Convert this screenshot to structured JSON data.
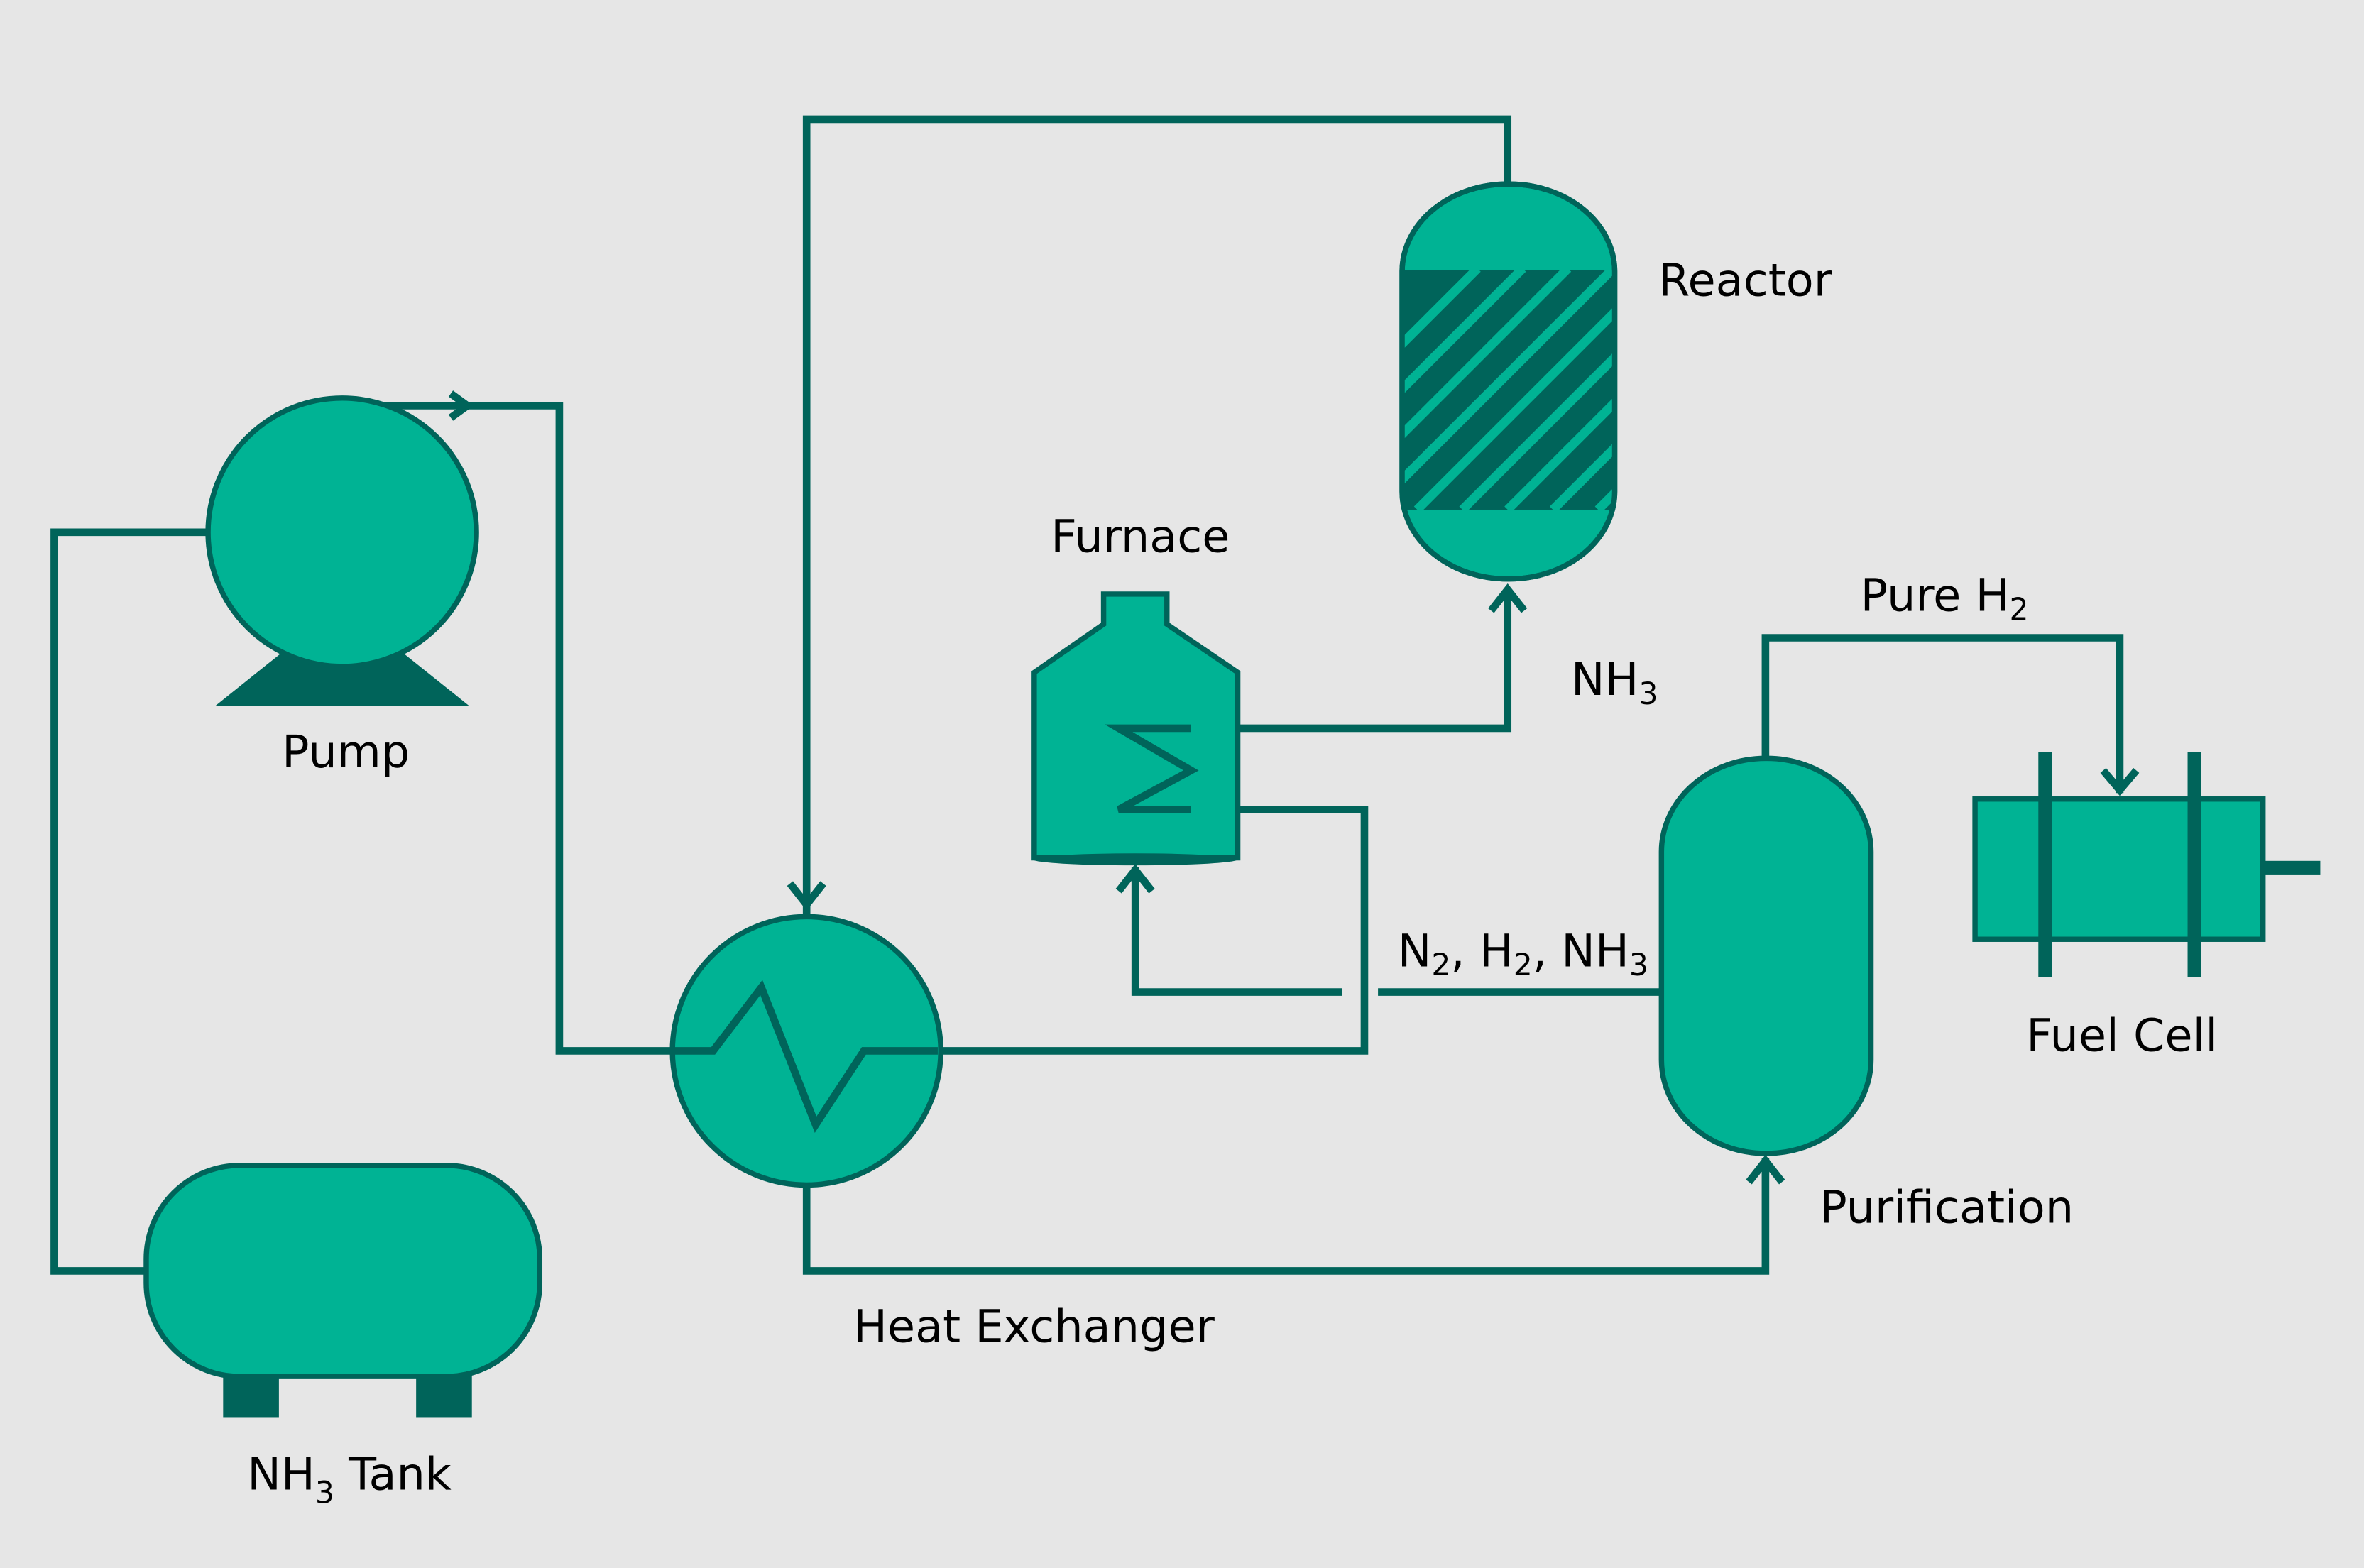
{
  "colors": {
    "background": "#e6e6e6",
    "equipment": "#00b394",
    "line": "#00645a",
    "text": "#000000"
  },
  "labels": {
    "reactor": "Reactor",
    "furnace": "Furnace",
    "pump": "Pump",
    "heat_exchanger": "Heat Exchanger",
    "purification": "Purification",
    "fuel_cell": "Fuel Cell",
    "nh3_tank": {
      "main": "NH",
      "sub": "3",
      "tail": " Tank"
    },
    "nh3_stream": {
      "main": "NH",
      "sub": "3"
    },
    "pure_h2": {
      "main": "Pure H",
      "sub": "2"
    },
    "mixed_stream": {
      "n": "N",
      "n_sub": "2",
      "h": ", H",
      "h_sub": "2",
      "nh": ", NH",
      "nh_sub": "3"
    }
  }
}
